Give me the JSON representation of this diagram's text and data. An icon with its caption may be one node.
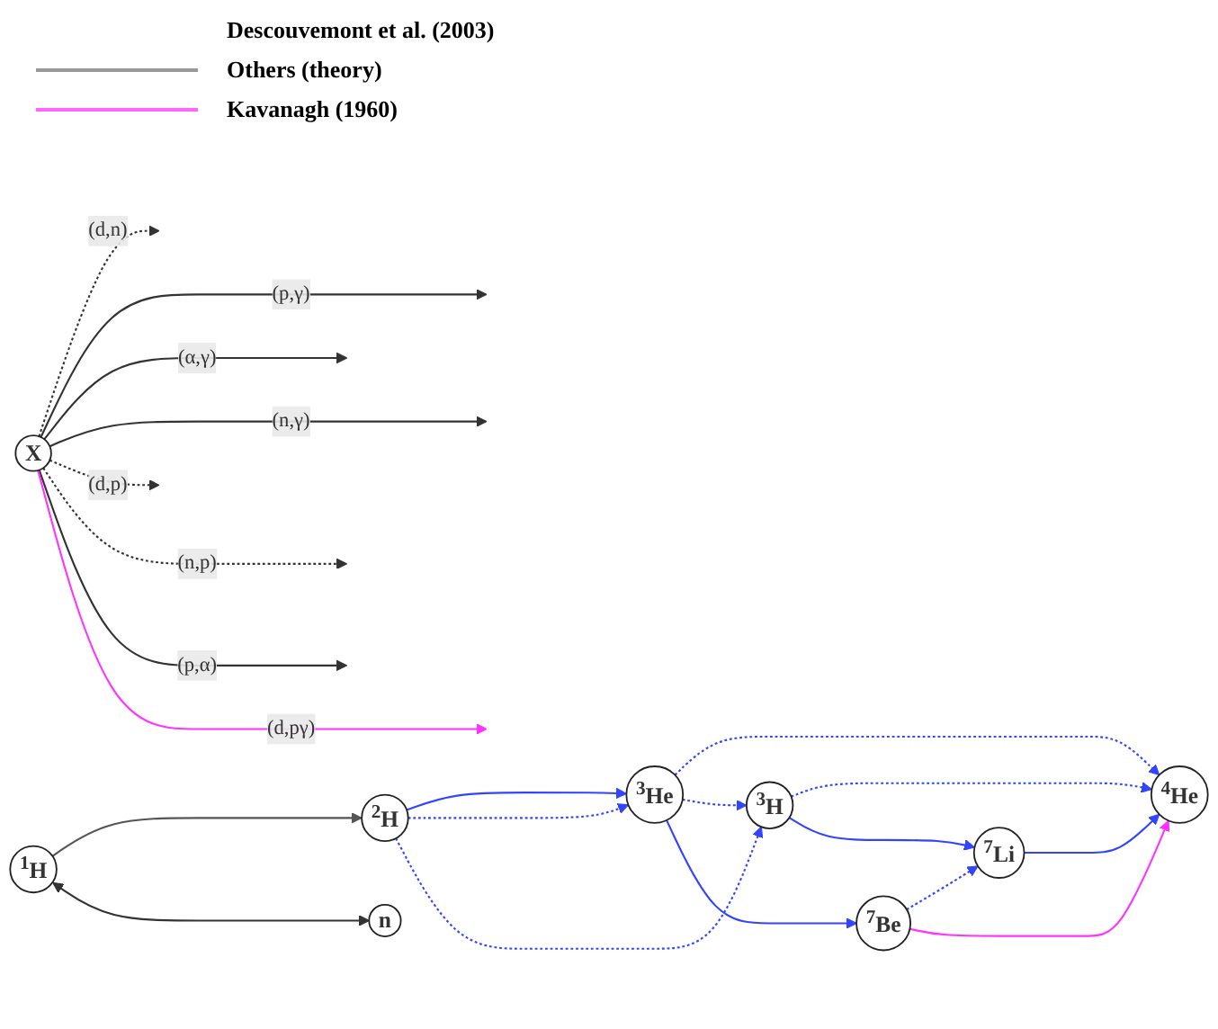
{
  "diagram": {
    "nodes": [
      {
        "text": [
          "$^{1}$H"
        ]
      },
      {
        "text": [
          "n"
        ]
      },
      {
        "text": [
          "$^{2}$H"
        ]
      },
      {
        "text": [
          "$^{3}$H"
        ]
      },
      {
        "text": [
          "$^{3}$He"
        ]
      },
      {
        "text": [
          "$^{4}$He"
        ]
      },
      {
        "text": [
          "$^{7}$Be"
        ]
      },
      {
        "text": [
          "$^{7}$Li"
        ]
      },
      {
        "text": [
          "X"
        ]
      }
    ],
    "edges": [
      {
        "from": 0,
        "to": 2,
        "arrow": "to",
        "color": "#555555"
      },
      {
        "from": 0,
        "to": 1,
        "arrow": "both",
        "color": "#333333"
      },
      {
        "from": 2,
        "to": 4,
        "arrow": "to"
      },
      {
        "from": 2,
        "to": 4,
        "arrow": "to",
        "style": "dashed"
      },
      {
        "from": 2,
        "to": 3,
        "arrow": "to",
        "style": "dashed"
      },
      {
        "from": 4,
        "to": 5,
        "arrow": "to",
        "style": "dashed"
      },
      {
        "from": 4,
        "to": 3,
        "arrow": "to",
        "style": "dashed"
      },
      {
        "from": 3,
        "to": 5,
        "arrow": "to",
        "style": "dashed"
      },
      {
        "from": 4,
        "to": 6,
        "arrow": "to"
      },
      {
        "from": 3,
        "to": 7,
        "arrow": "to"
      },
      {
        "from": 6,
        "to": 7,
        "arrow": "to",
        "style": "dashed"
      },
      {
        "from": 7,
        "to": 5,
        "arrow": "to"
      },
      {
        "from": 6,
        "to": 5,
        "arrow": "to",
        "color": "#ff33ff"
      },
      {
        "from": 8,
        "to": null,
        "arrow": "to",
        "label": "(d,n)",
        "style": "dashed",
        "color": "#333333"
      },
      {
        "from": 8,
        "to": null,
        "arrow": "to",
        "label": "(p,γ)",
        "color": "#333333"
      },
      {
        "from": 8,
        "to": null,
        "arrow": "to",
        "label": "(α,γ)",
        "color": "#333333"
      },
      {
        "from": 8,
        "to": null,
        "arrow": "to",
        "label": "(n,γ)",
        "color": "#333333"
      },
      {
        "from": 8,
        "to": null,
        "arrow": "to",
        "label": "(d,p)",
        "style": "dashed",
        "color": "#333333"
      },
      {
        "from": 8,
        "to": null,
        "arrow": "to",
        "label": "(n,p)",
        "style": "dashed",
        "color": "#333333"
      },
      {
        "from": 8,
        "to": null,
        "arrow": "to",
        "label": "(p,α)",
        "color": "#333333"
      },
      {
        "from": 8,
        "to": null,
        "arrow": "to",
        "label": "(d,pγ)",
        "color": "#ff33ff"
      }
    ],
    "legend": [
      {
        "text": "Descouvemont et al. (2003)"
      },
      {
        "text": "Others (theory)"
      },
      {
        "text": "Kavanagh (1960)"
      }
    ]
  }
}
